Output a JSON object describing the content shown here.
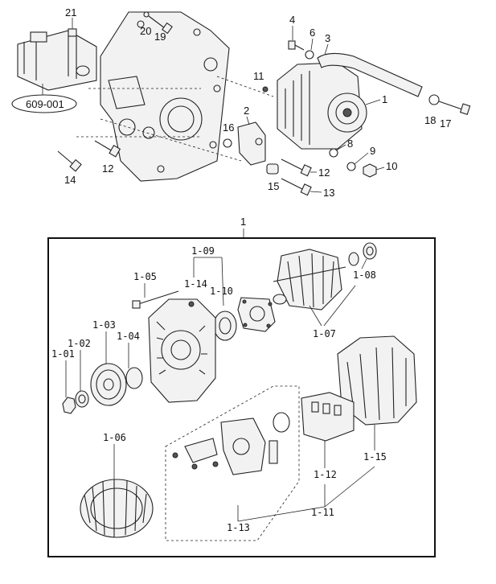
{
  "top_labels": {
    "l21": "21",
    "l20": "20",
    "l19": "19",
    "l4": "4",
    "l6": "6",
    "l3": "3",
    "l11": "11",
    "l1": "1",
    "l2": "2",
    "l16": "16",
    "l18": "18",
    "l17": "17",
    "l8": "8",
    "l9": "9",
    "l10": "10",
    "l12a": "12",
    "l12b": "12",
    "l14": "14",
    "l15": "15",
    "l13": "13",
    "ref": "609-001"
  },
  "detail_title": "1",
  "detail_labels": {
    "d09": "1-09",
    "d05": "1-05",
    "d14": "1-14",
    "d10": "1-10",
    "d08": "1-08",
    "d03": "1-03",
    "d02": "1-02",
    "d04": "1-04",
    "d01": "1-01",
    "d07": "1-07",
    "d06": "1-06",
    "d15": "1-15",
    "d12": "1-12",
    "d11": "1-11",
    "d13": "1-13"
  }
}
